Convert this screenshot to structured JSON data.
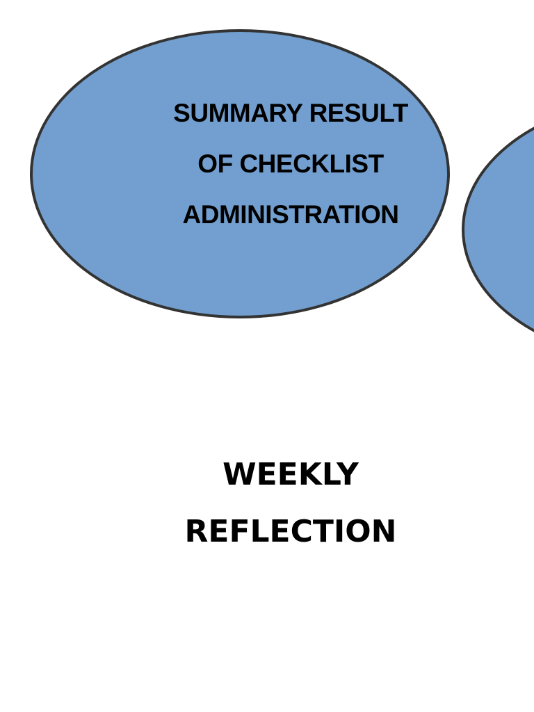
{
  "colors": {
    "ellipse_fill": "#729fcf",
    "ellipse_border": "#333333",
    "text": "#000000",
    "background": "#ffffff"
  },
  "summary": {
    "lines": [
      "SUMMARY RESULT",
      "OF CHECKLIST",
      "ADMINISTRATION"
    ]
  },
  "reflection": {
    "lines": [
      "WEEKLY",
      "REFLECTION"
    ]
  }
}
